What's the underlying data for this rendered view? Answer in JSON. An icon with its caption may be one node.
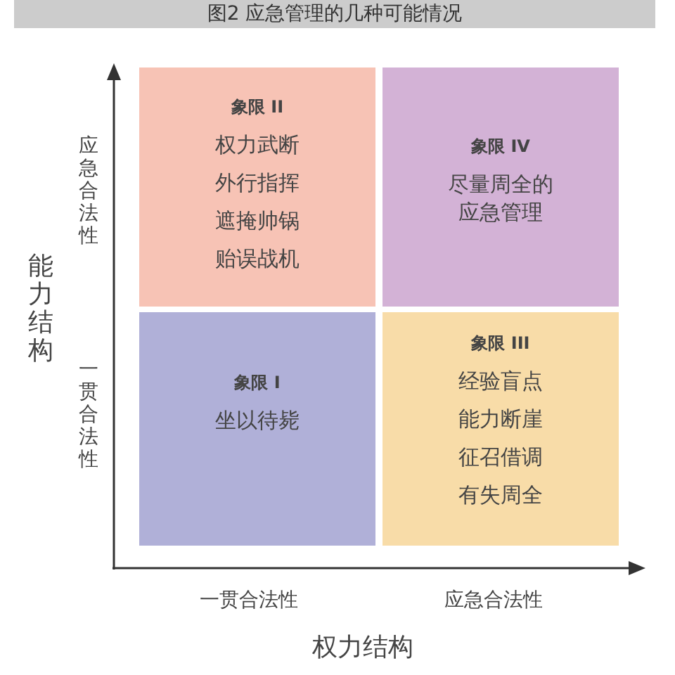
{
  "diagram": {
    "title": "图2 应急管理的几种可能情况",
    "nodes": [
      {
        "text": [
          "象限 II",
          "权力武断",
          "外行指挥",
          "遮掩帅锅",
          "贻误战机"
        ]
      },
      {
        "text": [
          "象限 IV",
          "尽量周全的应急管理"
        ]
      },
      {
        "text": [
          "象限 I",
          "坐以待毙"
        ]
      },
      {
        "text": [
          "象限 III",
          "经验盲点",
          "能力断崖",
          "征召借调",
          "有失周全"
        ]
      }
    ],
    "labels": [
      "应急合法性",
      "能力结构",
      "一贯合法性",
      "一贯合法性",
      "应急合法性",
      "权力结构"
    ]
  }
}
